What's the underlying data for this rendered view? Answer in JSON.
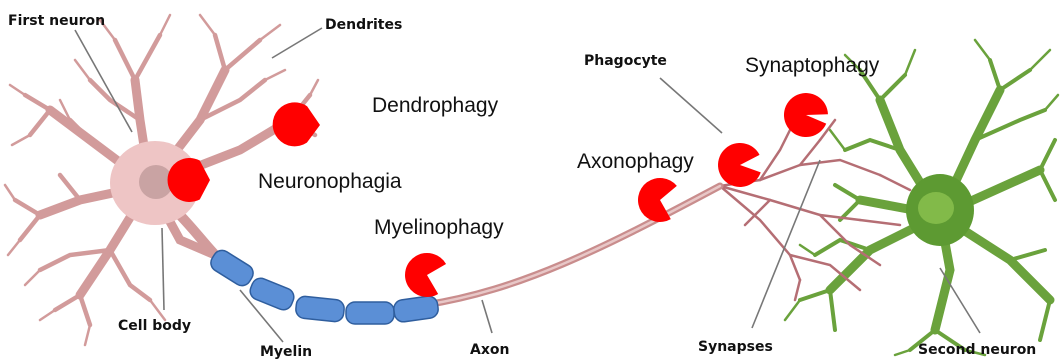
{
  "labels": {
    "first_neuron": "First neuron",
    "dendrites": "Dendrites",
    "cell_body": "Cell body",
    "myelin": "Myelin",
    "axon": "Axon",
    "phagocyte": "Phagocyte",
    "synapses": "Synapses",
    "second_neuron": "Second neuron"
  },
  "processes": {
    "dendrophagy": "Dendrophagy",
    "neuronophagia": "Neuronophagia",
    "myelinophagy": "Myelinophagy",
    "axonophagy": "Axonophagy",
    "synaptophagy": "Synaptophagy"
  },
  "colors": {
    "first_neuron": "#d9a3a3",
    "first_neuron_dark": "#b57474",
    "second_neuron": "#6aa23c",
    "myelin": "#5b8fd6",
    "phagocyte": "#ff0000"
  },
  "icons": {
    "phagocyte": "pacman-shape"
  }
}
